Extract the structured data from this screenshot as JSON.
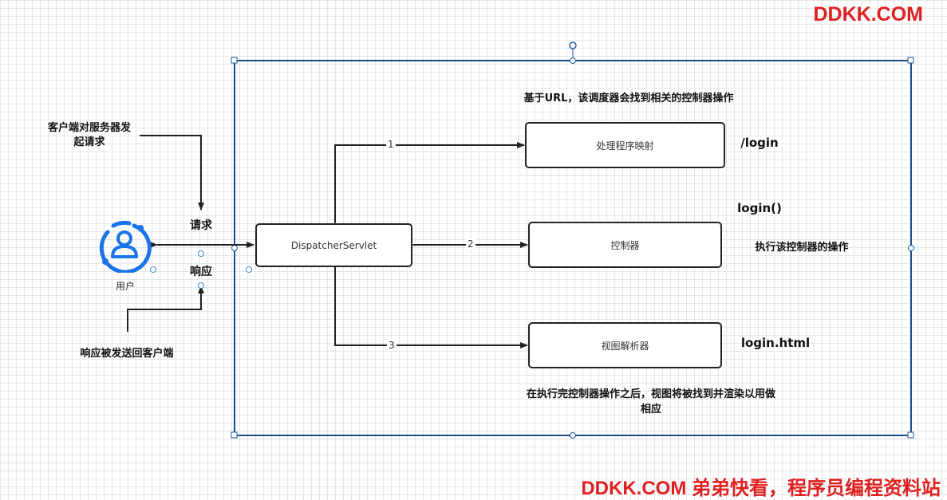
{
  "watermark_top": "DDKK.COM",
  "watermark_bottom": "DDKK.COM 弟弟快看，程序员编程资料站",
  "user": {
    "label": "用户",
    "icon": "user-circle-icon",
    "color": "#1a73e8"
  },
  "client_request_note": "客户端对服务器发\n起请求",
  "request_label": "请求",
  "response_label": "响应",
  "response_sent_note": "响应被发送回客户端",
  "dispatcher": {
    "label": "DispatcherServlet"
  },
  "handler_mapping": {
    "label": "处理程序映射"
  },
  "controller": {
    "label": "控制器"
  },
  "view_resolver": {
    "label": "视图解析器"
  },
  "edges": {
    "e1": "1",
    "e2": "2",
    "e3": "3"
  },
  "notes": {
    "top": "基于URL，该调度器会找到相关的控制器操作",
    "login_path": "/login",
    "login_method": "login()",
    "execute_action": "执行该控制器的操作",
    "login_html": "login.html",
    "bottom": "在执行完控制器操作之后，视图将被找到并渲染以用做\n相应"
  }
}
